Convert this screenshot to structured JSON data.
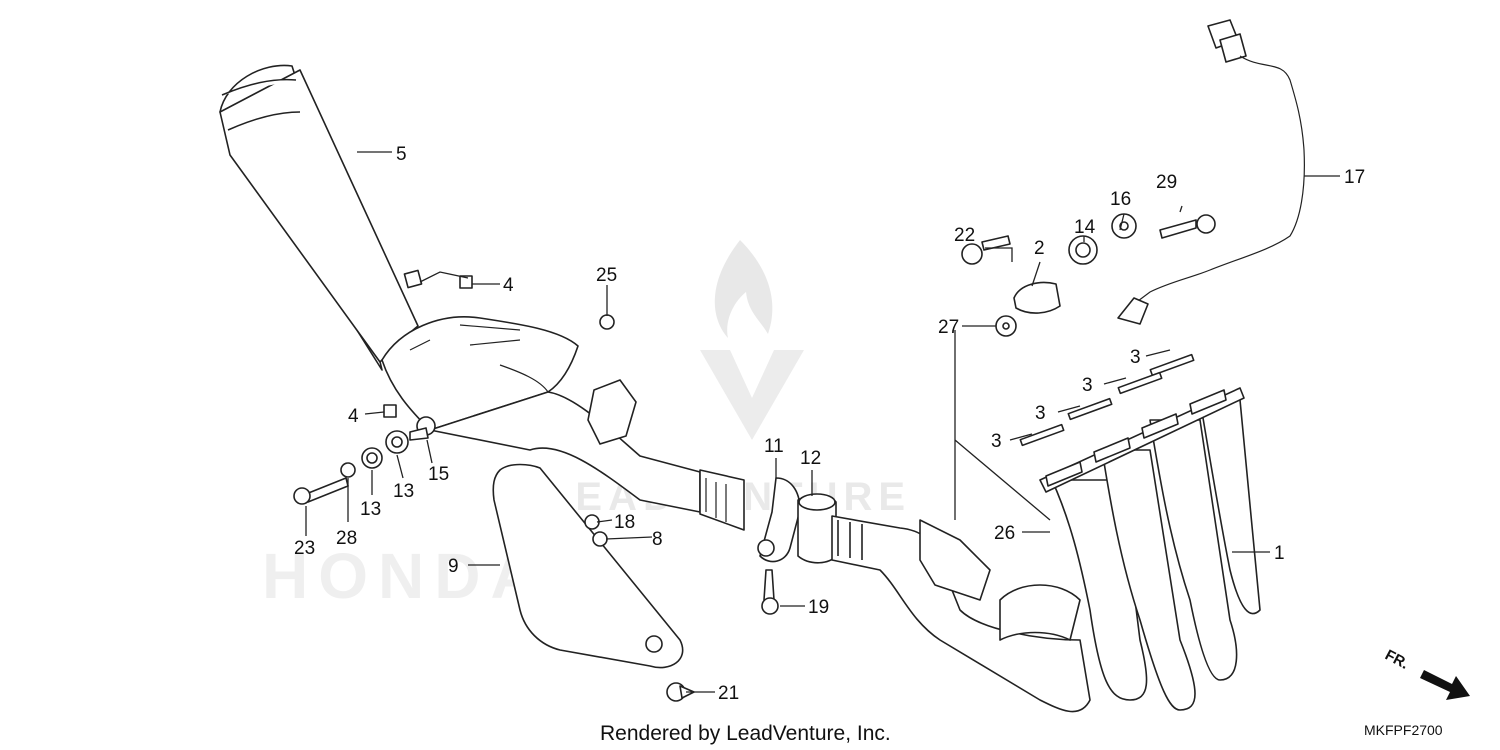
{
  "callouts": [
    {
      "id": "c1",
      "label": "1"
    },
    {
      "id": "c2",
      "label": "2"
    },
    {
      "id": "c3a",
      "label": "3"
    },
    {
      "id": "c3b",
      "label": "3"
    },
    {
      "id": "c3c",
      "label": "3"
    },
    {
      "id": "c3d",
      "label": "3"
    },
    {
      "id": "c4a",
      "label": "4"
    },
    {
      "id": "c4b",
      "label": "4"
    },
    {
      "id": "c5",
      "label": "5"
    },
    {
      "id": "c8",
      "label": "8"
    },
    {
      "id": "c9",
      "label": "9"
    },
    {
      "id": "c11",
      "label": "11"
    },
    {
      "id": "c12",
      "label": "12"
    },
    {
      "id": "c13a",
      "label": "13"
    },
    {
      "id": "c13b",
      "label": "13"
    },
    {
      "id": "c14",
      "label": "14"
    },
    {
      "id": "c15",
      "label": "15"
    },
    {
      "id": "c16",
      "label": "16"
    },
    {
      "id": "c17",
      "label": "17"
    },
    {
      "id": "c18",
      "label": "18"
    },
    {
      "id": "c19",
      "label": "19"
    },
    {
      "id": "c21",
      "label": "21"
    },
    {
      "id": "c22",
      "label": "22"
    },
    {
      "id": "c23",
      "label": "23"
    },
    {
      "id": "c25",
      "label": "25"
    },
    {
      "id": "c26",
      "label": "26"
    },
    {
      "id": "c27",
      "label": "27"
    },
    {
      "id": "c28",
      "label": "28"
    },
    {
      "id": "c29",
      "label": "29"
    }
  ],
  "footer": {
    "credit": "Rendered by LeadVenture, Inc."
  },
  "diagram_code": "MKFPF2700",
  "direction_marker": {
    "label": "FR."
  },
  "watermark": {
    "brand_text": "LEADVENTURE",
    "make_text": "HONDA"
  }
}
